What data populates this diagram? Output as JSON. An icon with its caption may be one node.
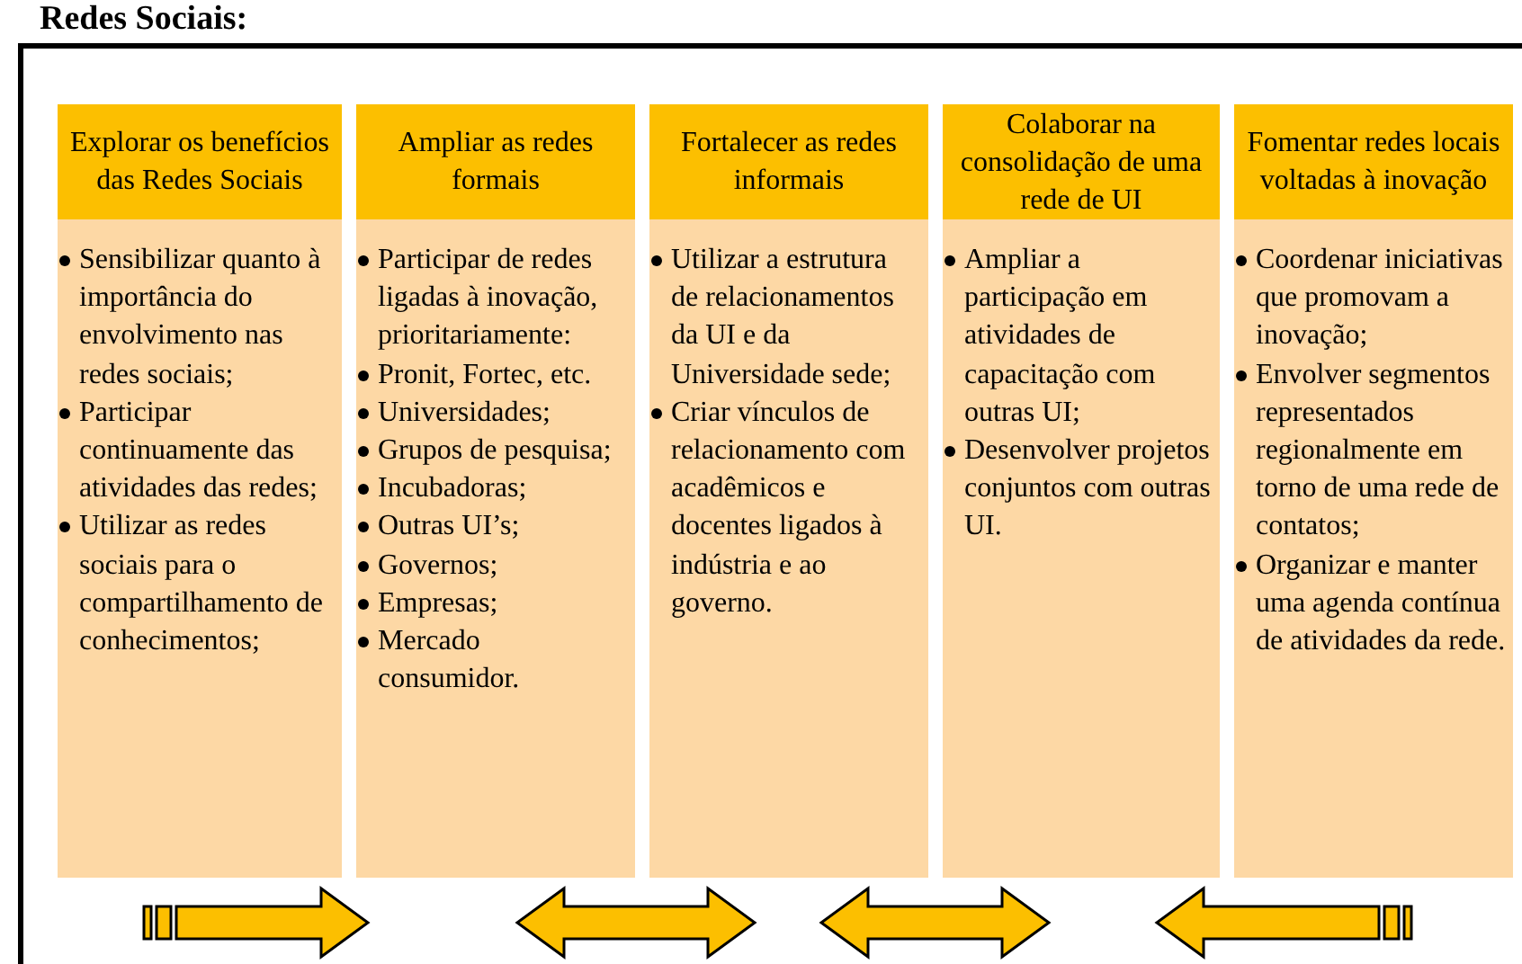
{
  "diagram": {
    "title": "Redes Sociais:",
    "nodes": [
      {
        "text": [
          "Explorar os benefícios das Redes Sociais"
        ]
      },
      {
        "text": [
          "Ampliar as redes formais"
        ]
      },
      {
        "text": [
          "Fortalecer as redes informais"
        ]
      },
      {
        "text": [
          "Colaborar na consolidação de uma rede de UI"
        ]
      },
      {
        "text": [
          "Fomentar redes locais voltadas à inovação"
        ]
      },
      {
        "text": [
          "Sensibilizar quanto à importância do envolvimento nas redes sociais;",
          "Participar continuamente das atividades das redes;",
          "Utilizar as redes sociais para o compartilhamento de conhecimentos;"
        ]
      },
      {
        "text": [
          "Participar de redes ligadas à inovação, prioritariamente:",
          "Pronit, Fortec, etc.",
          "Universidades;",
          "Grupos de pesquisa;",
          "Incubadoras;",
          "Outras UI’s;",
          "Governos;",
          "Empresas;",
          "Mercado consumidor."
        ]
      },
      {
        "text": [
          "Utilizar a estrutura de relacionamentos da UI e da Universidade sede;",
          "Criar vínculos de relacionamento com acadêmicos e docentes ligados à indústria e ao governo."
        ]
      },
      {
        "text": [
          "Ampliar a participação em atividades de capacitação com outras UI;",
          "Desenvolver projetos conjuntos com outras UI."
        ]
      },
      {
        "text": [
          "Coordenar iniciativas que promovam a inovação;",
          "Envolver segmentos representados regionalmente em torno de uma rede de contatos;",
          "Organizar e manter uma agenda contínua de atividades da rede."
        ]
      }
    ],
    "edges": [
      {
        "from": 5,
        "to": 6,
        "arrow": "to"
      },
      {
        "from": 6,
        "to": 7,
        "arrow": "both"
      },
      {
        "from": 7,
        "to": 8,
        "arrow": "both"
      },
      {
        "from": 9,
        "to": 8,
        "arrow": "to"
      }
    ]
  }
}
